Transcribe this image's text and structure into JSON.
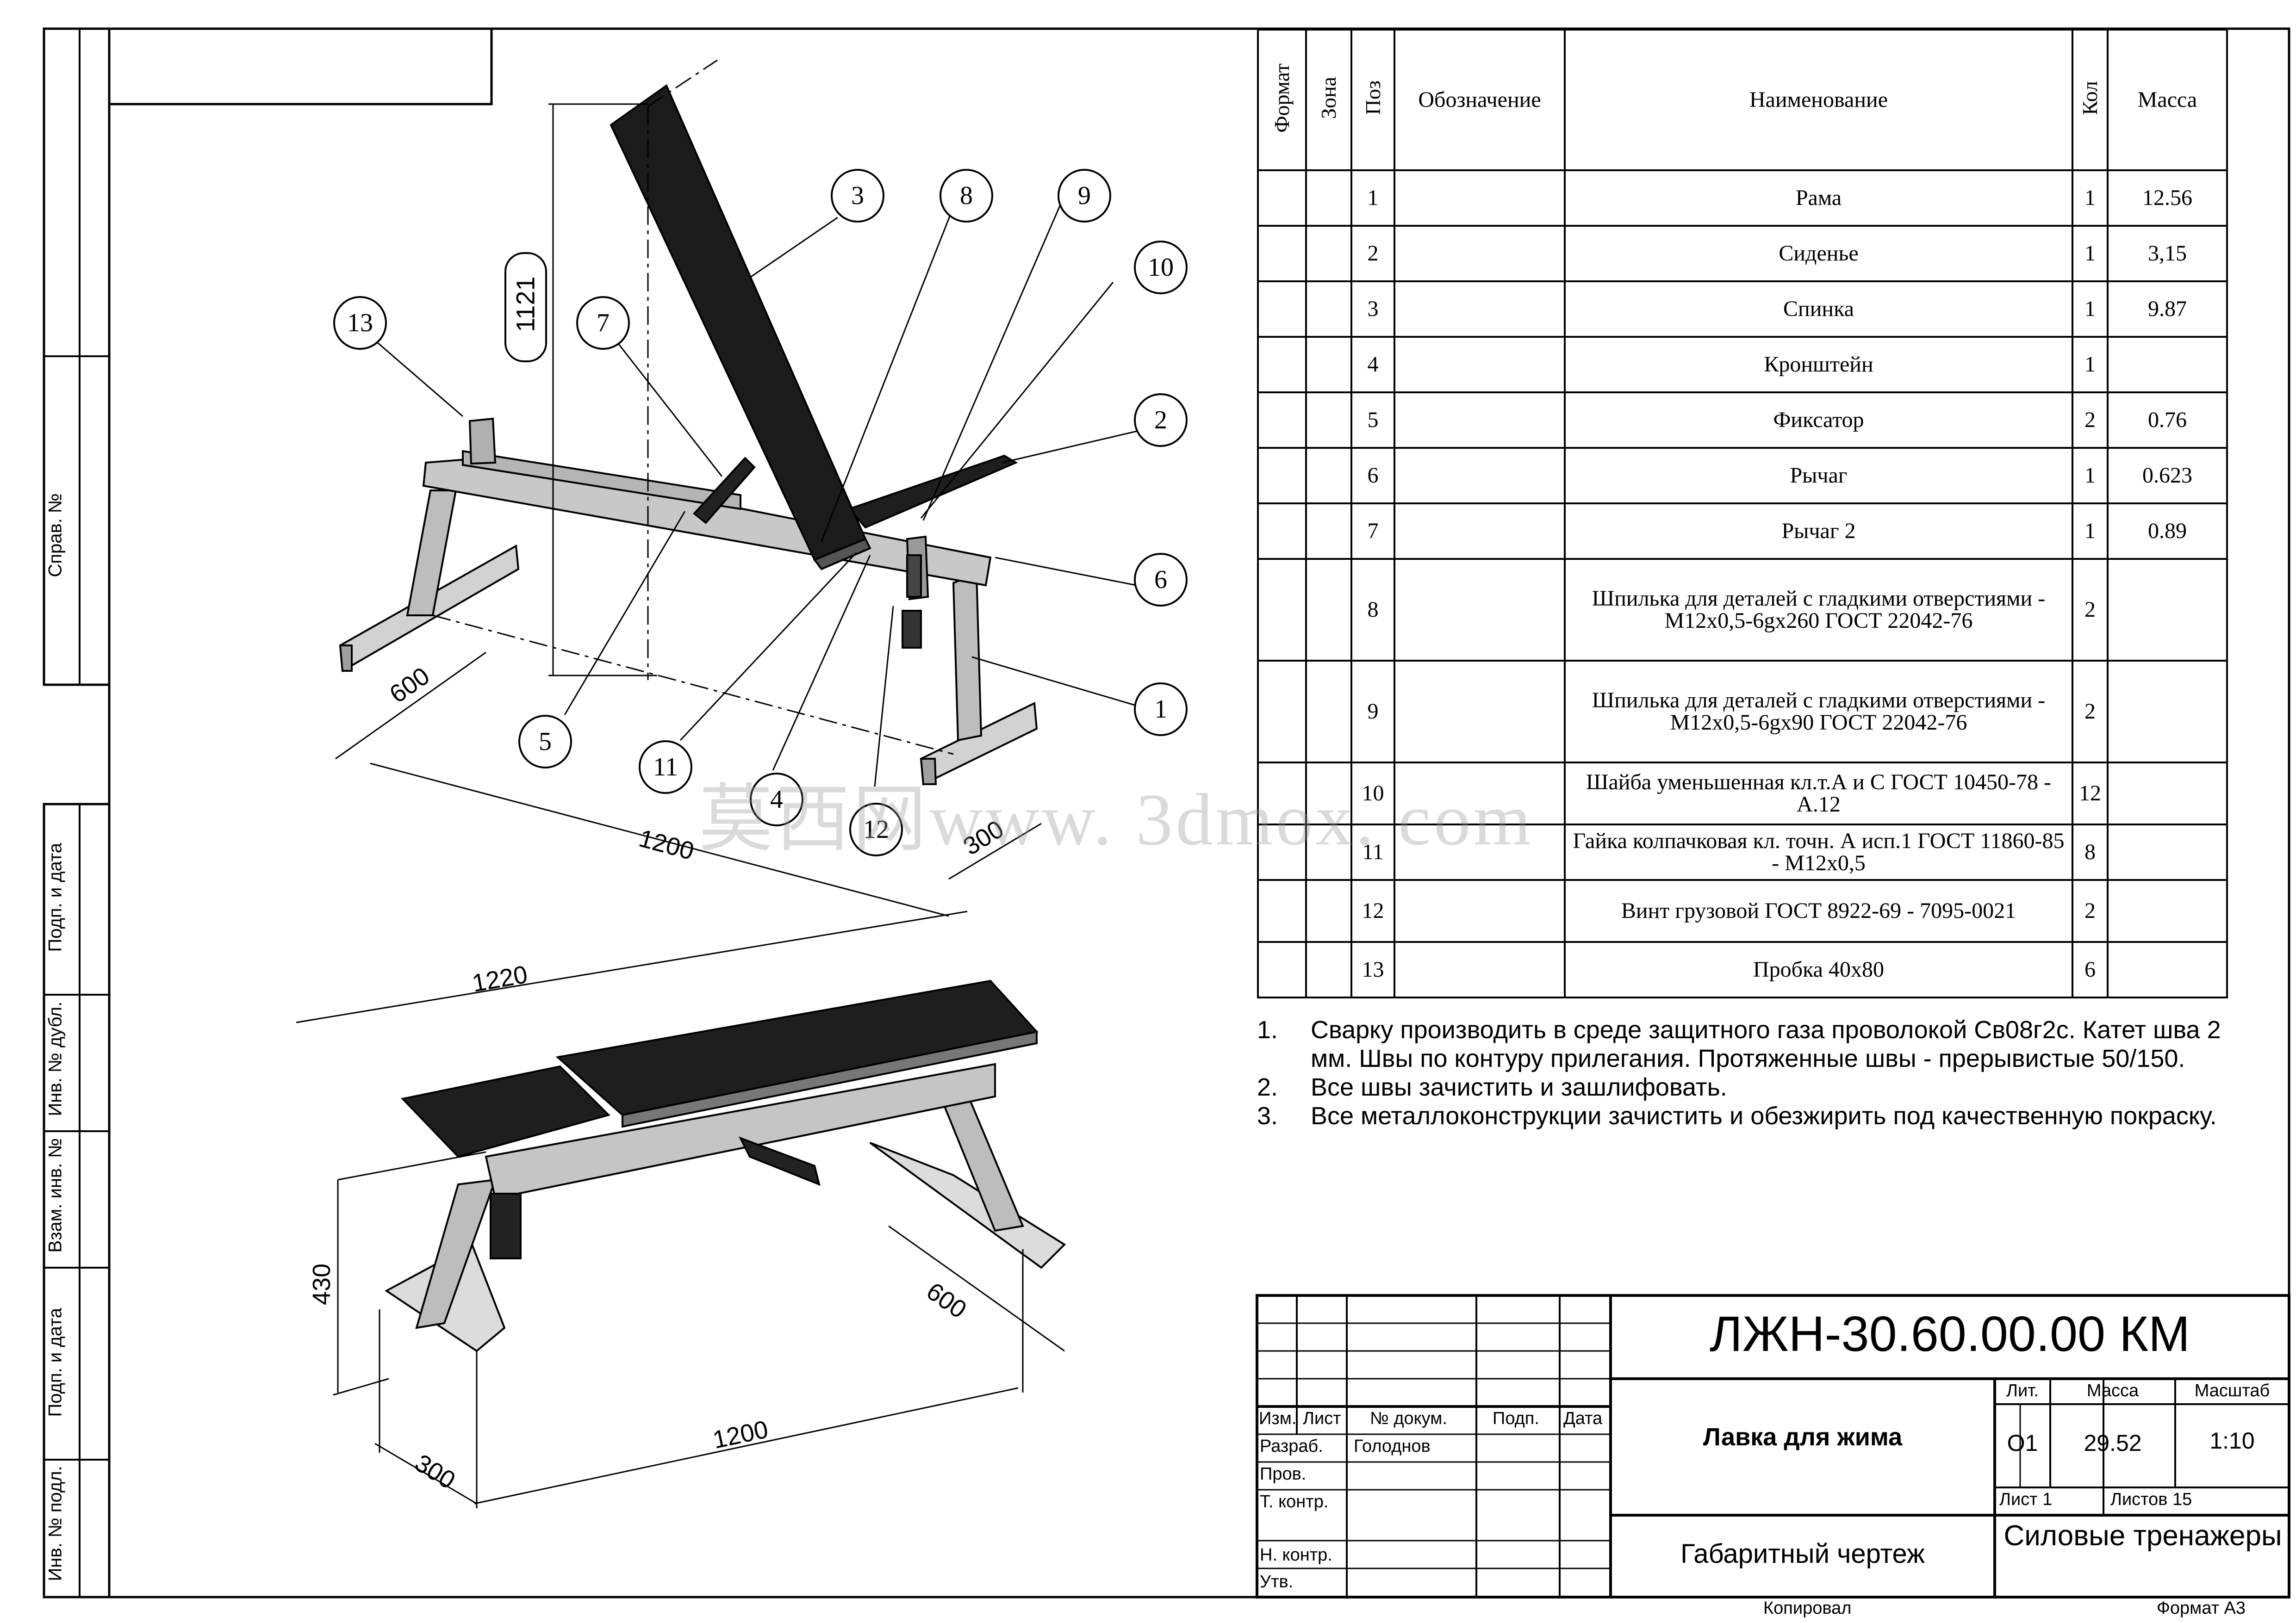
{
  "sheet": {
    "format_label": "Формат А3",
    "copied_label": "Копировал"
  },
  "side_labels": [
    "Справ. №",
    "Подп. и дата",
    "Инв. № дубл.",
    "Взам. инв. №",
    "Подп. и дата",
    "Инв. № подл."
  ],
  "spec_table": {
    "headers": {
      "format": "Формат",
      "zone": "Зона",
      "pos": "Поз",
      "designation": "Обозначение",
      "name": "Наименование",
      "qty": "Кол",
      "mass": "Масса"
    },
    "rows": [
      {
        "pos": "1",
        "name": "Рама",
        "qty": "1",
        "mass": "12.56"
      },
      {
        "pos": "2",
        "name": "Сиденье",
        "qty": "1",
        "mass": "3,15"
      },
      {
        "pos": "3",
        "name": "Спинка",
        "qty": "1",
        "mass": "9.87"
      },
      {
        "pos": "4",
        "name": "Кронштейн",
        "qty": "1",
        "mass": ""
      },
      {
        "pos": "5",
        "name": "Фиксатор",
        "qty": "2",
        "mass": "0.76"
      },
      {
        "pos": "6",
        "name": "Рычаг",
        "qty": "1",
        "mass": "0.623"
      },
      {
        "pos": "7",
        "name": "Рычаг 2",
        "qty": "1",
        "mass": "0.89"
      },
      {
        "pos": "8",
        "name": "Шпилька для деталей с гладкими отверстиями - М12х0,5-6gх260 ГОСТ 22042-76",
        "qty": "2",
        "mass": ""
      },
      {
        "pos": "9",
        "name": "Шпилька для деталей с гладкими отверстиями - М12х0,5-6gх90 ГОСТ 22042-76",
        "qty": "2",
        "mass": ""
      },
      {
        "pos": "10",
        "name": "Шайба уменьшенная кл.т.А и С ГОСТ 10450-78 - А.12",
        "qty": "12",
        "mass": ""
      },
      {
        "pos": "11",
        "name": "Гайка колпачковая кл. точн. А исп.1 ГОСТ 11860-85 - М12х0,5",
        "qty": "8",
        "mass": ""
      },
      {
        "pos": "12",
        "name": "Винт грузовой ГОСТ 8922-69 - 7095-0021",
        "qty": "2",
        "mass": ""
      },
      {
        "pos": "13",
        "name": "Пробка 40х80",
        "qty": "6",
        "mass": ""
      }
    ]
  },
  "notes": [
    {
      "num": "1.",
      "text": "Сварку производить в среде защитного газа проволокой Св08г2с. Катет шва 2 мм. Швы по контуру прилегания. Протяженные швы - прерывистые 50/150."
    },
    {
      "num": "2.",
      "text": "Все швы зачистить и зашлифовать."
    },
    {
      "num": "3.",
      "text": "Все металлоконструкции зачистить и обезжирить под качественную покраску."
    }
  ],
  "title_block": {
    "doc_number": "ЛЖН-30.60.00.00 КМ",
    "product_name": "Лавка для жима",
    "drawing_type": "Габаритный чертеж",
    "company": "Силовые тренажеры",
    "col_labels": {
      "izm": "Изм.",
      "list": "Лист",
      "doc": "№ докум.",
      "sign": "Подп.",
      "date": "Дата"
    },
    "row_labels": {
      "developer": "Разраб.",
      "checked": "Пров.",
      "tech_control": "Т. контр.",
      "norm_control": "Н. контр.",
      "approved": "Утв."
    },
    "developer_name": "Голоднов",
    "lit_label": "Лит.",
    "mass_label": "Масса",
    "scale_label": "Масштаб",
    "lit_value": "О1",
    "mass_value": "29.52",
    "scale_value": "1:10",
    "sheet_label": "Лист 1",
    "sheets_label": "Листов 15"
  },
  "drawing": {
    "dims_top": [
      "1121",
      "600",
      "1200",
      "300"
    ],
    "dims_bottom": [
      "1220",
      "430",
      "600",
      "1200",
      "300"
    ],
    "callouts": [
      "1",
      "2",
      "3",
      "4",
      "5",
      "6",
      "7",
      "8",
      "9",
      "10",
      "11",
      "12",
      "13"
    ],
    "watermark": "莫西网www. 3dmox. com"
  }
}
